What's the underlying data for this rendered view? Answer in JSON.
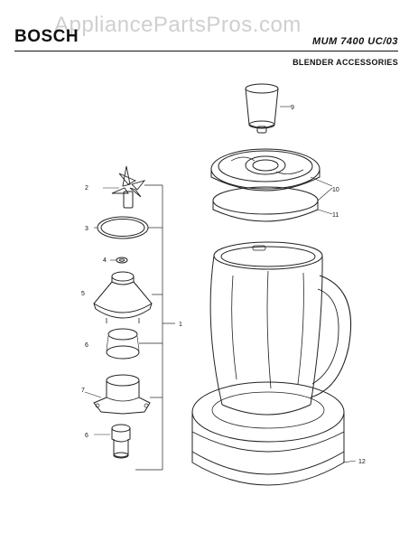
{
  "watermark": "AppliancePartsPros.com",
  "header": {
    "brand": "BOSCH",
    "model": "MUM 7400 UC/03",
    "section": "BLENDER ACCESSORIES"
  },
  "callouts": {
    "p1": "1",
    "p2": "2",
    "p3": "3",
    "p4": "4",
    "p5": "5",
    "p6a": "6",
    "p6b": "6",
    "p7": "7",
    "p9": "9",
    "p10": "10",
    "p11": "11",
    "p12": "12"
  }
}
